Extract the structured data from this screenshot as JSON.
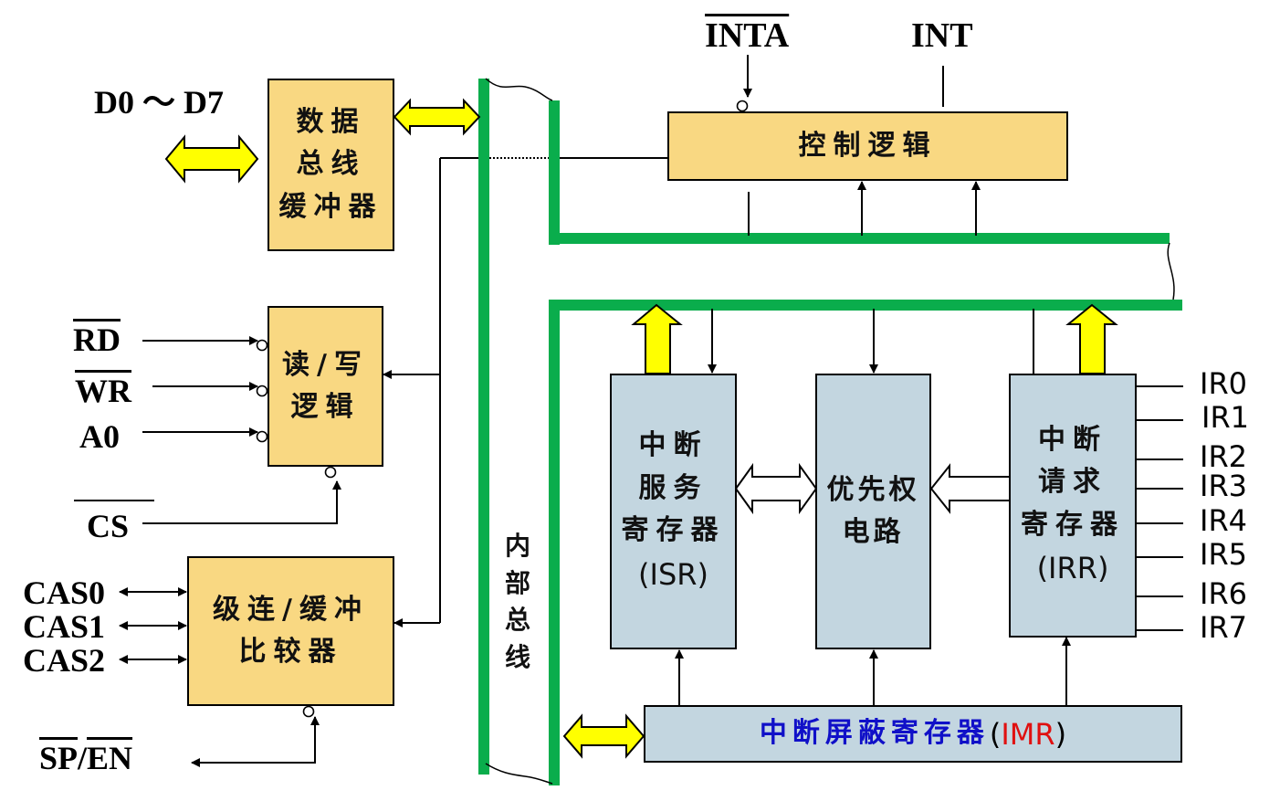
{
  "colors": {
    "bus_green": "#0aad4c",
    "block_tan": "#f9d882",
    "block_gray": "#c3d6e0",
    "arrow_yellow": "#ffff00",
    "imr_text_blue": "#1010c8",
    "imr_abbr_red": "#e01010"
  },
  "signals": {
    "data_bus": "D0 ～ D7",
    "inta": "INTA",
    "int": "INT",
    "rd": "RD",
    "wr": "WR",
    "a0": "A0",
    "cs": "CS",
    "cas0": "CAS0",
    "cas1": "CAS1",
    "cas2": "CAS2",
    "sp": "SP",
    "sp_en_sep": "/",
    "en": "EN",
    "ir": [
      "IR0",
      "IR1",
      "IR2",
      "IR3",
      "IR4",
      "IR5",
      "IR6",
      "IR7"
    ]
  },
  "blocks": {
    "data_buffer": [
      "数据",
      "总线",
      "缓冲器"
    ],
    "rw_logic": [
      "读/写",
      "逻辑"
    ],
    "cascade": [
      "级连/缓冲",
      "比较器"
    ],
    "control_logic": "控制逻辑",
    "isr": [
      "中断",
      "服务",
      "寄存器",
      "(ISR)"
    ],
    "priority": [
      "优先权",
      "电路"
    ],
    "irr": [
      "中断",
      "请求",
      "寄存器",
      "(IRR)"
    ],
    "imr": {
      "text": "中断屏蔽寄存器",
      "open": "(",
      "abbr": "IMR",
      "close": ")"
    }
  },
  "internal_bus_label": [
    "内",
    "部",
    "总",
    "线"
  ]
}
